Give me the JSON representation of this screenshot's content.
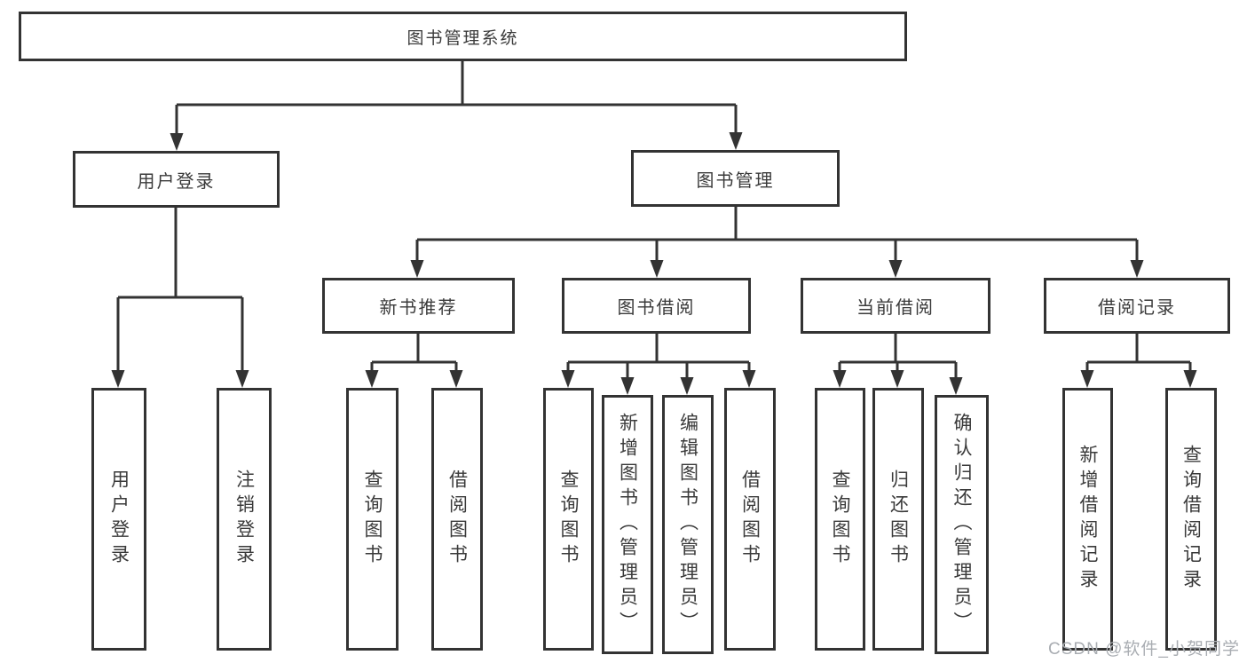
{
  "diagram": {
    "type": "tree",
    "tree": {
      "label": "图书管理系统",
      "children": [
        {
          "label": "用户登录",
          "children": [
            {
              "label": "用户登录"
            },
            {
              "label": "注销登录"
            }
          ]
        },
        {
          "label": "图书管理",
          "children": [
            {
              "label": "新书推荐",
              "children": [
                {
                  "label": "查询图书"
                },
                {
                  "label": "借阅图书"
                }
              ]
            },
            {
              "label": "图书借阅",
              "children": [
                {
                  "label": "查询图书"
                },
                {
                  "label": "新增图书（管理员）"
                },
                {
                  "label": "编辑图书（管理员）"
                },
                {
                  "label": "借阅图书"
                }
              ]
            },
            {
              "label": "当前借阅",
              "children": [
                {
                  "label": "查询图书"
                },
                {
                  "label": "归还图书"
                },
                {
                  "label": "确认归还（管理员）"
                }
              ]
            },
            {
              "label": "借阅记录",
              "children": [
                {
                  "label": "新增借阅记录"
                },
                {
                  "label": "查询借阅记录"
                }
              ]
            }
          ]
        }
      ]
    },
    "colors": {
      "line": "#333333",
      "text": "#3a3a3a",
      "watermark": "#a9adb2",
      "background": "#ffffff"
    },
    "watermark": {
      "text": "CSDN @软件_小贺同学"
    }
  }
}
